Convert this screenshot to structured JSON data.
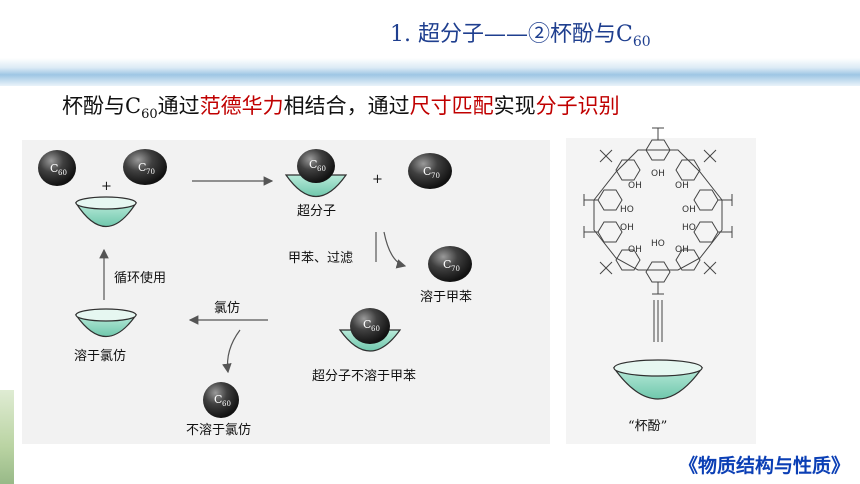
{
  "title": {
    "text": "1. 超分子——②杯酚与C",
    "sub": "60"
  },
  "statement": {
    "p1": "杯酚与C",
    "p1_sub": "60",
    "p2": "通过",
    "h1": "范德华力",
    "p3": "相结合，通过",
    "h2": "尺寸匹配",
    "p4": "实现",
    "h3": "分子识别"
  },
  "diagram": {
    "c": "C",
    "s60": "60",
    "s70": "70",
    "plus": "+",
    "supramolecule": "超分子",
    "toluene_filter": "甲苯、过滤",
    "dissolve_toluene": "溶于甲苯",
    "recycle": "循环使用",
    "chloroform": "氯仿",
    "dissolve_chloroform": "溶于氯仿",
    "insoluble_toluene": "超分子不溶于甲苯",
    "insoluble_chloroform": "不溶于氯仿",
    "oh": "OH",
    "ho": "HO",
    "calixarene": "“杯酚”"
  },
  "footer": {
    "book": "《物质结构与性质》"
  },
  "colors": {
    "title": "#1f3f8f",
    "highlight": "#c00000",
    "bowl": "#8fd7c2",
    "footer": "#0b3fb5"
  }
}
